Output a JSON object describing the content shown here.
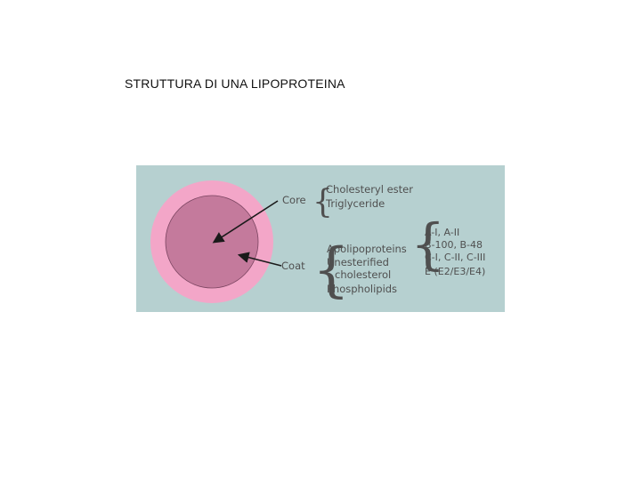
{
  "page": {
    "title": "STRUTTURA DI UNA LIPOPROTEINA"
  },
  "figure": {
    "background_color": "#b6d0d0",
    "outer_ring_color": "#f3a6c8",
    "core_color": "#c47a9c",
    "labels": {
      "core": "Core",
      "coat": "Coat"
    },
    "core_components": [
      "Cholesteryl ester",
      "Triglyceride"
    ],
    "coat_components": [
      "Apolipoproteins",
      "Unesterified",
      "cholesterol",
      "Phospholipids"
    ],
    "apolipoproteins": [
      "A-I, A-II",
      "B-100, B-48",
      "C-I, C-II, C-III",
      "E (E2/E3/E4)"
    ],
    "brace_glyph": "{"
  }
}
